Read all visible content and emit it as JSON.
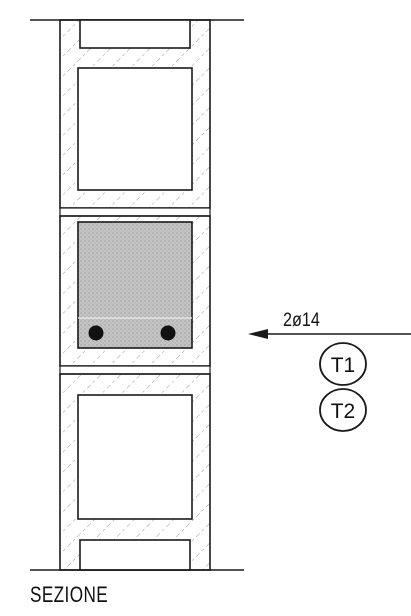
{
  "section_caption": "SEZIONE",
  "rebar_callout": "2ø14",
  "tags": [
    "T1",
    "T2"
  ],
  "colors": {
    "line": "#1a1a1a",
    "concrete_fill": "#c9c9c9",
    "rebar": "#111111",
    "background": "#ffffff"
  }
}
